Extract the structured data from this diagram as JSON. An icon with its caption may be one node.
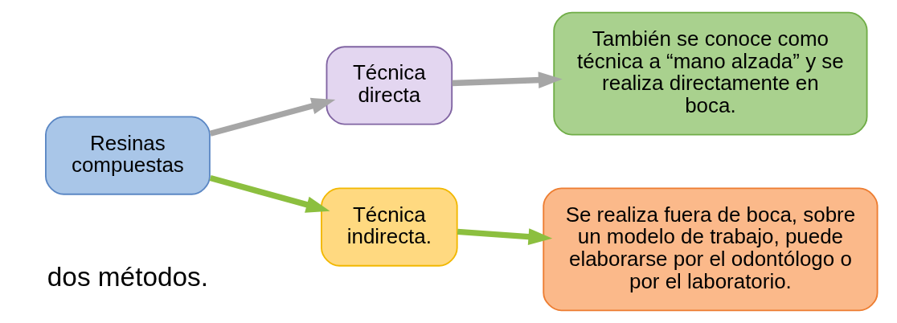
{
  "diagram": {
    "nodes": [
      {
        "text": [
          "Resinas compuestas"
        ]
      },
      {
        "text": [
          "Técnica directa"
        ]
      },
      {
        "text": [
          "Técnica indirecta."
        ]
      },
      {
        "text": [
          "También se conoce como técnica a “mano alzada” y se realiza directamente en boca."
        ]
      },
      {
        "text": [
          "Se realiza fuera de boca, sobre un modelo de trabajo, puede elaborarse por el odontólogo o por el laboratorio."
        ]
      }
    ],
    "edges": [
      {
        "from": 0,
        "to": 1,
        "arrow": "to",
        "color": "#a6a6a6"
      },
      {
        "from": 0,
        "to": 2,
        "arrow": "to",
        "color": "#8cbf3f"
      },
      {
        "from": 1,
        "to": 3,
        "arrow": "to",
        "color": "#a6a6a6"
      },
      {
        "from": 2,
        "to": 4,
        "arrow": "to",
        "color": "#8cbf3f"
      }
    ],
    "labels": [
      "dos métodos."
    ]
  }
}
